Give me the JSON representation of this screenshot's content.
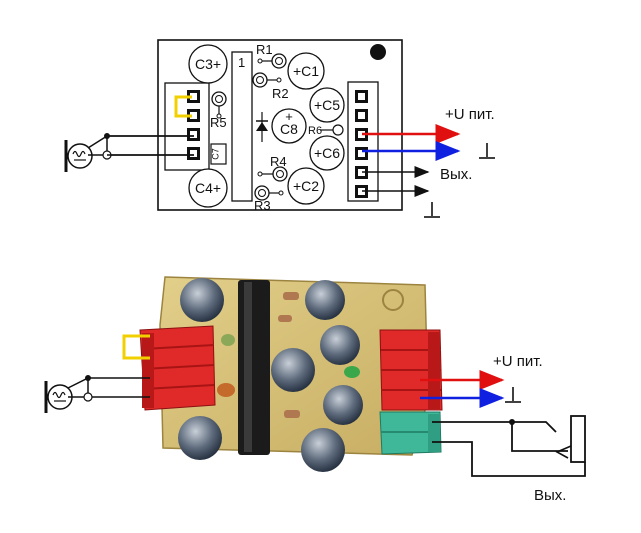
{
  "schematic": {
    "pin_marker": "1",
    "components": {
      "c1": "+C1",
      "c2": "+C2",
      "c3": "C3+",
      "c4": "C4+",
      "c5": "+C5",
      "c6": "+C6",
      "c7": "C7",
      "c8_plus": "+",
      "c8": "C8",
      "r1": "R1",
      "r2": "R2",
      "r3": "R3",
      "r4": "R4",
      "r5": "R5",
      "r6": "R6"
    },
    "labels": {
      "power": "+U пит.",
      "output": "Вых."
    }
  },
  "photo": {
    "labels": {
      "power": "+U пит.",
      "output": "Вых."
    }
  },
  "colors": {
    "power_wire": "#e01010",
    "ground_wire": "#1020e0",
    "signal_wire": "#111111",
    "jumper": "#f2d000",
    "pcb": "#d6c079",
    "connector_red": "#e02a2a",
    "connector_green": "#3fb89a"
  },
  "symbols": [
    "microphone-icon",
    "ground-symbol",
    "headphone-jack-icon"
  ]
}
